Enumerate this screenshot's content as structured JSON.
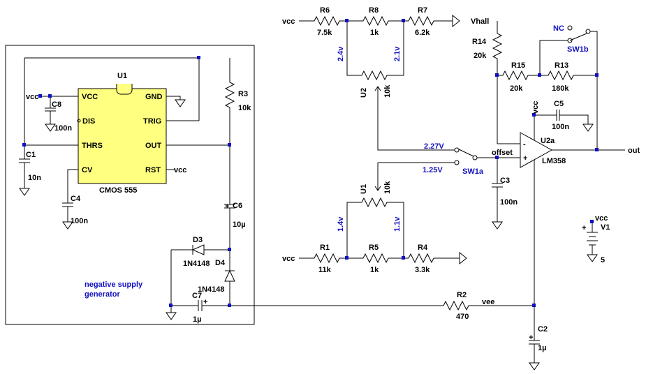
{
  "labels": {
    "u1_ic": "U1",
    "vcc_pin": "VCC",
    "dis_pin": "DIS",
    "thrs_pin": "THRS",
    "cv_pin": "CV",
    "gnd_pin": "GND",
    "trig_pin": "TRIG",
    "out_pin": "OUT",
    "rst_pin": "RST",
    "ic_name": "CMOS 555",
    "vcc_left": "vcc",
    "vcc_rst": "vcc",
    "vcc_r1": "vcc",
    "vcc_r6": "vcc",
    "vcc_u2a": "vcc",
    "vcc_v1": "vcc",
    "c8": "C8",
    "c8v": "100n",
    "c1": "C1",
    "c1v": "10n",
    "c4": "C4",
    "c4v": "100n",
    "r3": "R3",
    "r3v": "10k",
    "c6": "C6",
    "c6v": "10µ",
    "d3": "D3",
    "d3v": "1N4148",
    "d4": "D4",
    "d4v": "1N4148",
    "c7": "C7",
    "c7v": "1µ",
    "neg1": "negative supply",
    "neg2": "generator",
    "r6": "R6",
    "r6v": "7.5k",
    "r8": "R8",
    "r8v": "1k",
    "r7": "R7",
    "r7v": "6.2k",
    "v24": "2.4v",
    "v21": "2.1v",
    "u2": "U2",
    "u2v": "10k",
    "v227": "2.27V",
    "v125": "1.25V",
    "sw1a": "SW1a",
    "u1_pot": "U1",
    "u1_potv": "10k",
    "v14": "1.4v",
    "v11": "1.1v",
    "r1": "R1",
    "r1v": "11k",
    "r5": "R5",
    "r5v": "1k",
    "r4": "R4",
    "r4v": "3.3k",
    "r2": "R2",
    "r2v": "470",
    "vee": "vee",
    "vhall": "Vhall",
    "r14": "R14",
    "r14v": "20k",
    "r15": "R15",
    "r15v": "20k",
    "r13": "R13",
    "r13v": "180k",
    "nc": "NC",
    "sw1b": "SW1b",
    "c5": "C5",
    "c5v": "100n",
    "u2a": "U2a",
    "lm358": "LM358",
    "offset": "offset",
    "out": "out",
    "c3": "C3",
    "c3v": "100n",
    "c2": "C2",
    "c2v": "1µ",
    "v1": "V1",
    "v1v": "5",
    "minus": "-",
    "plus": "+"
  }
}
